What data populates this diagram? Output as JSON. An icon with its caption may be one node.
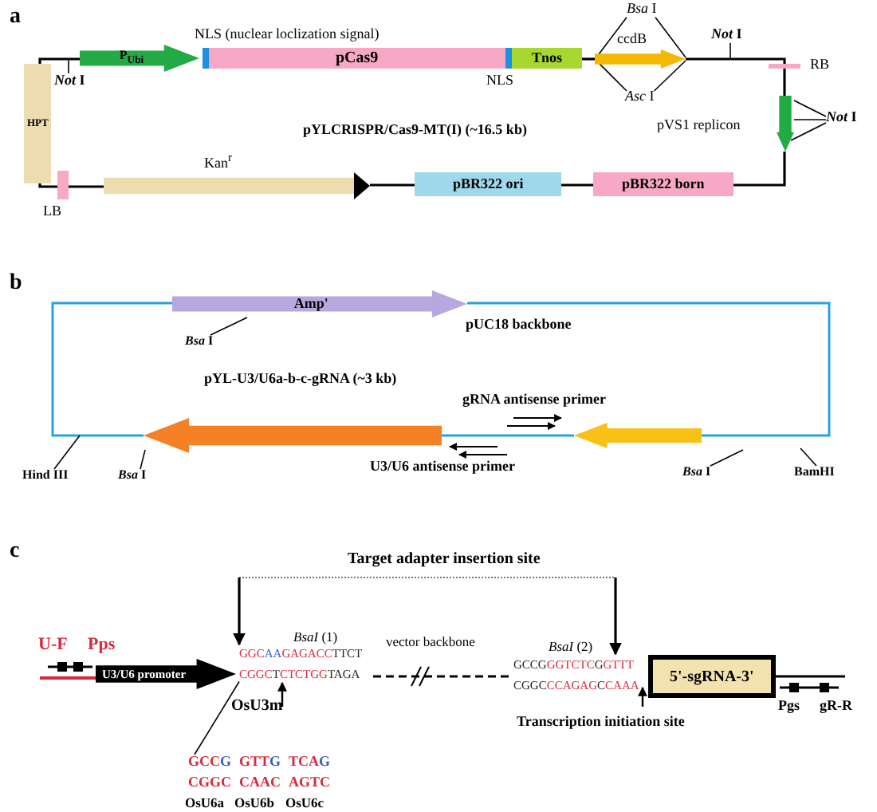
{
  "diagram": {
    "nodes": [
      {
        "text": [
          "P$_{Ubi}$"
        ]
      },
      {
        "text": [
          "NLS (nuclear loclization signal)"
        ]
      },
      {
        "text": [
          "pCas9"
        ]
      },
      {
        "text": [
          "NLS"
        ]
      },
      {
        "text": [
          "Tnos"
        ]
      },
      {
        "text": [
          "ccdB"
        ]
      },
      {
        "text": [
          "RB"
        ]
      },
      {
        "text": [
          "pVS1  replicon"
        ]
      },
      {
        "text": [
          "pBR322 born"
        ]
      },
      {
        "text": [
          "pBR322 ori"
        ]
      },
      {
        "text": [
          "Kan$^{r}$"
        ]
      },
      {
        "text": [
          "LB"
        ]
      },
      {
        "text": [
          "HPT"
        ]
      },
      {
        "text": [
          "*Not* I"
        ]
      },
      {
        "text": [
          "*Bsa* I"
        ]
      },
      {
        "text": [
          "*Asc* I"
        ]
      },
      {
        "text": [
          "*Not* I"
        ]
      },
      {
        "text": [
          "*Not* I"
        ]
      },
      {
        "text": [
          "Amp'"
        ]
      },
      {
        "text": [],
        "shape": "arrow"
      },
      {
        "text": [],
        "shape": "arrow"
      },
      {
        "text": [
          "*Bsa* I"
        ]
      },
      {
        "text": [
          "Hind III"
        ]
      },
      {
        "text": [
          "*Bsa* I"
        ]
      },
      {
        "text": [
          "*Bsa* I"
        ]
      },
      {
        "text": [
          "BamHI"
        ]
      },
      {
        "text": [
          "U3/U6 promoter"
        ]
      },
      {
        "text": [
          "5'-sgRNA-3'"
        ]
      },
      {
        "text": [
          "CGGCTCTCTGGTAGA"
        ]
      },
      {
        "text": [
          "GCCG"
        ]
      }
    ],
    "edges": [
      {
        "from": 12,
        "to": 0,
        "arrow": "none"
      },
      {
        "from": 4,
        "to": 5,
        "arrow": "none"
      },
      {
        "from": 5,
        "to": 6,
        "arrow": "none"
      },
      {
        "from": 6,
        "to": 7,
        "arrow": "none"
      },
      {
        "from": 7,
        "to": 8,
        "arrow": "none"
      },
      {
        "from": 8,
        "to": 9,
        "arrow": "none"
      },
      {
        "from": 9,
        "to": 10,
        "arrow": "none"
      },
      {
        "from": 10,
        "to": 11,
        "arrow": "none"
      },
      {
        "from": 11,
        "to": 12,
        "arrow": "none"
      },
      {
        "from": 13,
        "to": null,
        "arrow": "none"
      },
      {
        "from": 14,
        "to": 5,
        "arrow": "none"
      },
      {
        "from": 14,
        "to": 5,
        "arrow": "none"
      },
      {
        "from": 15,
        "to": 5,
        "arrow": "none"
      },
      {
        "from": 15,
        "to": 5,
        "arrow": "none"
      },
      {
        "from": 16,
        "to": null,
        "arrow": "none"
      },
      {
        "from": 17,
        "to": 7,
        "arrow": "none"
      },
      {
        "from": 17,
        "to": 7,
        "arrow": "none"
      },
      {
        "from": 17,
        "to": 7,
        "arrow": "none"
      },
      {
        "from": 18,
        "to": 19,
        "arrow": "none",
        "color": "#29a3e0"
      },
      {
        "from": 19,
        "to": 20,
        "arrow": "none",
        "color": "#29a3e0"
      },
      {
        "from": 20,
        "to": 18,
        "arrow": "none",
        "color": "#29a3e0"
      },
      {
        "from": 21,
        "to": 18,
        "arrow": "none"
      },
      {
        "from": 22,
        "to": null,
        "arrow": "none"
      },
      {
        "from": 23,
        "to": 19,
        "arrow": "none"
      },
      {
        "from": 24,
        "to": null,
        "arrow": "none"
      },
      {
        "from": 25,
        "to": null,
        "arrow": "none"
      },
      {
        "from": 28,
        "to": 29,
        "arrow": "none"
      }
    ],
    "labels": [
      "a",
      "pYLCRISPR/Cas9-MT(I) (~16.5 kb)",
      "b",
      "pUC18 backbone",
      "pYL-U3/U6a-b-c-gRNA (~3 kb)",
      "gRNA antisense primer",
      "U3/U6 antisense primer",
      "c",
      "Target adapter insertion site",
      "U-F",
      "Pps",
      "*BsaI* (1)",
      "vector backbone",
      "*BsaI* (2)",
      "GGCAAGAGACCTTCT",
      "GCCGGGTCTCGGTTT",
      "CGGCCCAGAGCCAAA",
      "OsU3m",
      "Pgs",
      "gR-R",
      "Transcription initiation site",
      "GTTG",
      "TCAG",
      "CGGC",
      "CAAC",
      "AGTC",
      "OsU6a",
      "OsU6b",
      "OsU6c"
    ]
  }
}
